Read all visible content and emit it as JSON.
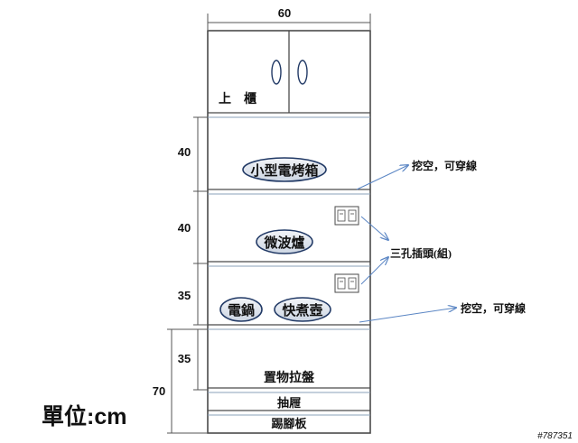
{
  "dimensions": {
    "width_top": "60",
    "shelf_1_height": "40",
    "shelf_2_height": "40",
    "shelf_3_height": "35",
    "drawer_zone_height": "35",
    "lower_total_height": "70"
  },
  "compartments": {
    "upper_cabinet": "上　櫃",
    "toaster_oven": "小型電烤箱",
    "microwave": "微波爐",
    "rice_cooker": "電鍋",
    "kettle": "快煮壺",
    "pull_tray": "置物拉盤",
    "drawer": "抽屜",
    "kickboard": "踢腳板"
  },
  "annotations": {
    "cutout_1": "挖空，可穿線",
    "socket_label": "三孔插頭(組)",
    "cutout_2": "挖空，可穿線"
  },
  "unit_label": "單位:cm",
  "watermark": "#787351",
  "colors": {
    "line": "#4a4a4a",
    "cabinet_line": "#8aa0b8",
    "ellipse_fill": "#dfe5ee",
    "ellipse_stroke": "#223a66",
    "arrow": "#5b86c4"
  }
}
